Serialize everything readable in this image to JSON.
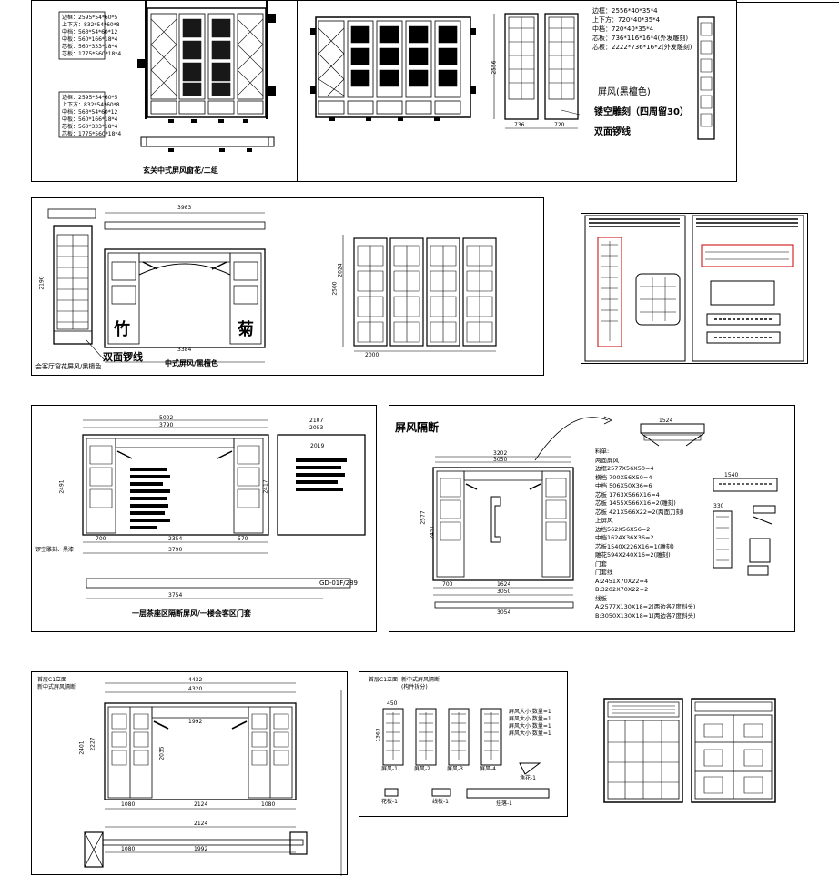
{
  "panel1": {
    "spec_a": [
      "边框：2595*54*60*5",
      "上下方：832*54*60*8",
      "中档：563*54*60*12",
      "中板：560*166*18*4",
      "芯板：560*333*18*4",
      "芯板：1775*560*18*4"
    ],
    "spec_b": [
      "边框：2595*54*60*5",
      "上下方：832*54*60*8",
      "中档：563*54*60*12",
      "中板：560*166*18*4",
      "芯板：560*333*18*4",
      "芯板：1775*560*18*4"
    ],
    "caption": "玄关中式屏风窗花/二组"
  },
  "panel2": {
    "spec": [
      "边框：2556*40*35*4",
      "上下方：720*40*35*4",
      "中档：720*40*35*4",
      "芯板：736*116*16*4(外发雕刻)",
      "芯板：2222*736*16*2(外发雕刻)"
    ],
    "note_screen": "屏风(黑檀色)",
    "note_carve": "镂空雕刻（四周留30）",
    "note_line": "双面锣线",
    "dims": {
      "height": "2556",
      "w1": "736",
      "w2": "720"
    }
  },
  "panel3": {
    "caption_left": "会客厅窗花屏风/黑檀色",
    "caption_main": "中式屏风/黑檀色",
    "note_line": "双面锣线",
    "char_left": "竹",
    "char_right": "菊",
    "dims": {
      "top": "3983",
      "height": "2190",
      "inner": "3384"
    }
  },
  "panel4": {
    "dims": {
      "h": "2500",
      "h2": "2024",
      "w": "2000"
    }
  },
  "panel6": {
    "caption": "一层茶座区隔断屏风/一楼会客区门套",
    "dims": {
      "w1": "5002",
      "w2": "3790",
      "w3": "2107",
      "w4": "2053",
      "w5": "2019",
      "h1": "2491",
      "h2": "2417",
      "b1": "700",
      "b2": "2354",
      "b3": "570",
      "b4": "3790",
      "b5": "3754",
      "tag": "GD-01F/289"
    },
    "label_left": "锣空雕刻、黑漆"
  },
  "panel7": {
    "title": "屏风隔断",
    "dims": {
      "top1": "3202",
      "top2": "3050",
      "d1": "1524",
      "d2": "1540",
      "d3": "330",
      "h": "2577",
      "h2": "2451",
      "b1": "700",
      "b2": "1624",
      "b3": "3050",
      "b4": "3054"
    },
    "spec": [
      "料单:",
      "两面屏风",
      "边框2577X56X50=4",
      "横档 700X56X50=4",
      "中档 506X50X36=6",
      "芯板 1763X566X16=4",
      "芯板 1455X566X16=2(雕刻)",
      "芯板 421X566X22=2(两面刀刻)",
      "上屏风",
      "边档562X56X56=2",
      "中档1624X36X36=2",
      "芯板1540X226X16=1(雕刻)",
      "雕花594X240X16=2(雕刻)",
      "门套",
      "门套线",
      "A:2451X70X22=4",
      "B:3202X70X22=2",
      "线板",
      "A:2577X130X18=2(两边各7度斜头)",
      "B:3050X130X18=1(两边各7度斜头)"
    ]
  },
  "panel8": {
    "title_a": "首层C1立面",
    "title_b": "新中式屏风隔断",
    "dims": {
      "top1": "4432",
      "top2": "4320",
      "mid": "1992",
      "h": "2401",
      "h2": "2227",
      "h3": "2035",
      "b1": "1080",
      "b2": "2124",
      "b3": "1080",
      "p1": "2124",
      "p2": "1992",
      "p3": "1080"
    }
  },
  "panel9": {
    "title_a": "首层C1立面",
    "title_b": "新中式屏风隔断",
    "subtitle": "(构件拆分)",
    "labels": [
      "屏风-1",
      "屏风-2",
      "屏风-3",
      "屏风-4",
      "角花-1",
      "花板-1",
      "线板-1",
      "挂落-1"
    ],
    "spec": [
      "屏风大小 数量=1",
      "屏风大小 数量=1",
      "屏风大小 数量=1",
      "屏风大小 数量=1"
    ],
    "dims": {
      "w": "450",
      "h": "1363"
    }
  }
}
